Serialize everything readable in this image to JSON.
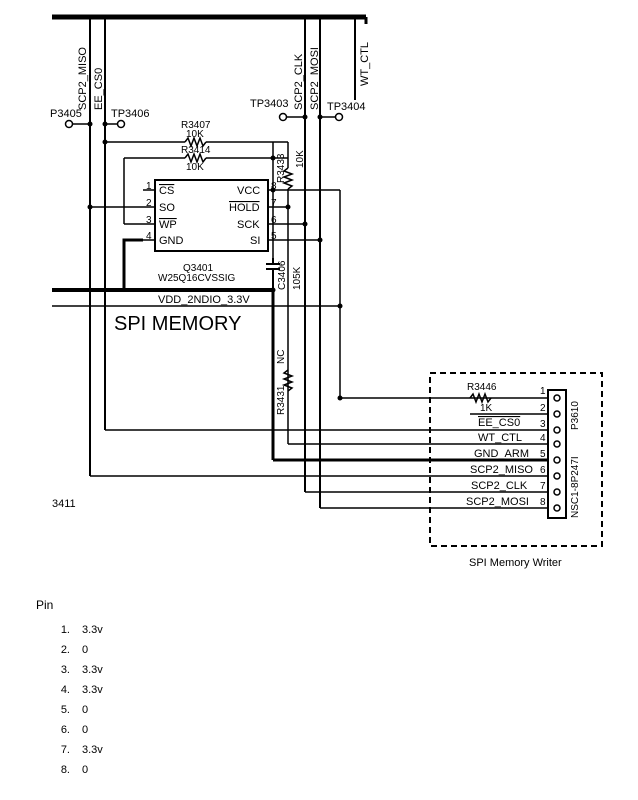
{
  "schematic": {
    "chip": {
      "ref": "Q3401",
      "part": "W25Q16CVSSIG",
      "left_pins": [
        {
          "num": "1",
          "name": "CS"
        },
        {
          "num": "2",
          "name": "SO"
        },
        {
          "num": "3",
          "name": "WP"
        },
        {
          "num": "4",
          "name": "GND"
        }
      ],
      "right_pins": [
        {
          "num": "8",
          "name": "VCC"
        },
        {
          "num": "7",
          "name": "HOLD"
        },
        {
          "num": "6",
          "name": "SCK"
        },
        {
          "num": "5",
          "name": "SI"
        }
      ]
    },
    "net_labels": {
      "scp2_miso": "SCP2_MISO",
      "ee_cs0": "EE_CS0",
      "scp2_clk": "SCP2_CLK",
      "scp2_mosi": "SCP2_MOSI",
      "wt_ctl": "WT_CTL",
      "vdd": "VDD_2NDIO_3.3V"
    },
    "test_points": {
      "tp3405": "P3405",
      "tp3406": "TP3406",
      "tp3403": "TP3403",
      "tp3404": "TP3404"
    },
    "resistors": {
      "r3407": {
        "ref": "R3407",
        "val": "10K"
      },
      "r3414": {
        "ref": "R3414",
        "val": "10K"
      },
      "r3433": {
        "ref": "R3433",
        "val": "10K"
      },
      "c3406": {
        "ref": "C3406",
        "val": "105K"
      },
      "r3431": {
        "ref": "R3431",
        "val": "NC"
      },
      "r3446": {
        "ref": "R3446",
        "val": "1K"
      }
    },
    "section_title": "SPI MEMORY",
    "connector": {
      "ref": "P3610",
      "part": "NSC1-8P247I",
      "title": "SPI Memory Writer",
      "pins": [
        {
          "num": "1",
          "label": ""
        },
        {
          "num": "2",
          "label": "1K"
        },
        {
          "num": "3",
          "label": "EE_CS0"
        },
        {
          "num": "4",
          "label": "WT_CTL"
        },
        {
          "num": "5",
          "label": "GND_ARM"
        },
        {
          "num": "6",
          "label": "SCP2_MISO"
        },
        {
          "num": "7",
          "label": "SCP2_CLK"
        },
        {
          "num": "8",
          "label": "SCP2_MOSI"
        }
      ]
    },
    "page_ref": "3411"
  },
  "pin_table": {
    "heading": "Pin",
    "rows": [
      {
        "num": "1.",
        "value": "3.3v"
      },
      {
        "num": "2.",
        "value": "0"
      },
      {
        "num": "3.",
        "value": "3.3v"
      },
      {
        "num": "4.",
        "value": "3.3v"
      },
      {
        "num": "5.",
        "value": "0"
      },
      {
        "num": "6.",
        "value": "0"
      },
      {
        "num": "7.",
        "value": "3.3v"
      },
      {
        "num": "8.",
        "value": "0"
      }
    ]
  }
}
